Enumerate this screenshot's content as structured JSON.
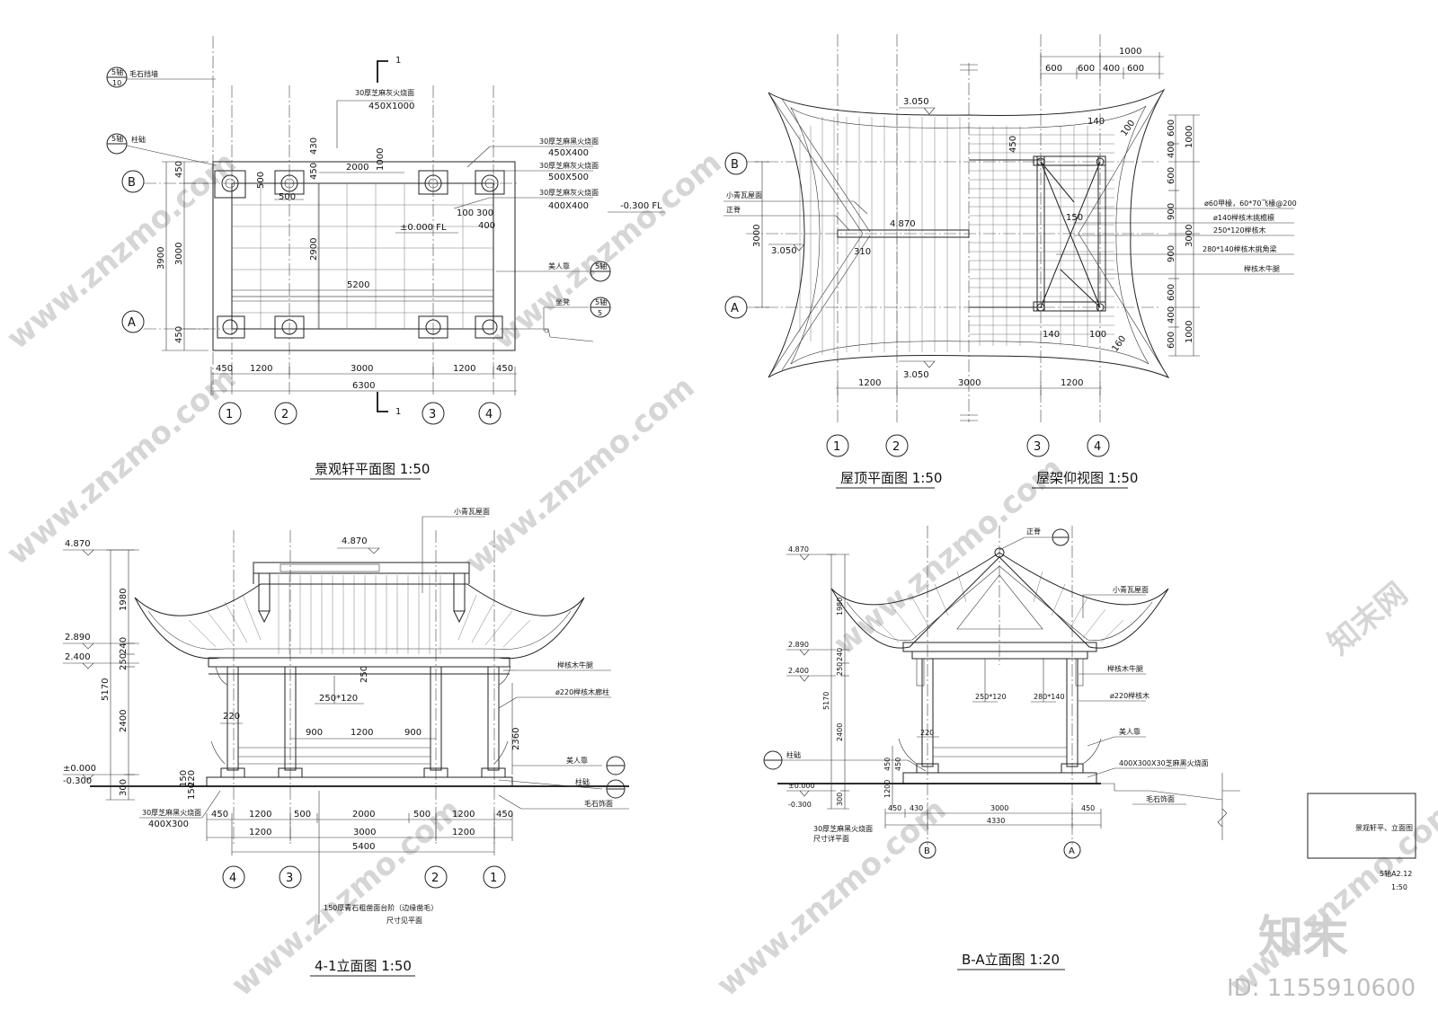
{
  "watermark": {
    "url": "www.znzmo.com",
    "brand": "知末网",
    "logo": "知末",
    "id": "ID: 1155910600"
  },
  "plan": {
    "title": "景观轩平面图 1:50",
    "section_mark": "1",
    "grid_rows": [
      "A",
      "B"
    ],
    "grid_cols": [
      "1",
      "2",
      "3",
      "4"
    ],
    "labels": {
      "wall": "毛石挡墙",
      "base": "柱础",
      "paving1": "30厚芝麻灰火烧面",
      "paving1_size": "450X1000",
      "paving2": "30厚芝麻黑火烧面",
      "paving2_size": "450X400",
      "paving3": "30厚芝麻灰火烧面",
      "paving3_size": "500X500",
      "paving4": "30厚芝麻灰火烧面",
      "paving4_size": "400X400",
      "seat": "美人靠",
      "bench": "坐凳",
      "level_out": "-0.300 FL",
      "level_in": "±0.000 FL"
    },
    "ref": {
      "top": "5轴",
      "bottom_10": "10",
      "bottom_5": "5"
    },
    "dims": {
      "bottom": [
        "450",
        "1200",
        "3000",
        "1200",
        "450"
      ],
      "total": "6300",
      "left": [
        "450",
        "3000",
        "450"
      ],
      "left_total": "3900",
      "inner_w": "5200",
      "inner_h": "2900",
      "d2000": "2000",
      "d500a": "500",
      "d500b": "500",
      "d450": "450",
      "d430": "430",
      "d1000": "1000",
      "d100": "100",
      "d300": "300",
      "d400": "400"
    }
  },
  "roof": {
    "title_plan": "屋顶平面图 1:50",
    "title_frame": "屋架仰视图 1:50",
    "grid_rows": [
      "A",
      "B"
    ],
    "grid_cols": [
      "1",
      "2",
      "3",
      "4"
    ],
    "levels": {
      "eave_top": "3.050",
      "eave_left": "3.050",
      "eave_bottom": "3.050",
      "ridge": "4.870"
    },
    "labels": {
      "tile": "小青瓦屋面",
      "ridge": "正脊",
      "rafter": "ø60甲椽，60*70飞椽@200",
      "purlin": "ø140榉核木挑檐檩",
      "beam": "250*120榉核木",
      "corner": "280*140榉核木挑角梁",
      "bracket": "榉核木牛腿"
    },
    "dims": {
      "top": [
        "600",
        "600",
        "400",
        "600"
      ],
      "top_total": "1000",
      "bottom": [
        "1200",
        "3000",
        "1200"
      ],
      "right": [
        "600",
        "400",
        "600",
        "900",
        "900",
        "600",
        "400",
        "600"
      ],
      "right_group": [
        "1000",
        "3000",
        "1000"
      ],
      "left": "3000",
      "d310": "310",
      "d150": "150",
      "d140": "140",
      "d100": "100",
      "d450": "450",
      "d140b": "140",
      "d100b": "100",
      "d160": "160"
    }
  },
  "elev41": {
    "title": "4-1立面图 1:50",
    "grid_cols": [
      "4",
      "3",
      "2",
      "1"
    ],
    "levels": [
      "4.870",
      "2.890",
      "2.400",
      "±0.000",
      "-0.300"
    ],
    "ridge_level": "4.870",
    "labels": {
      "tile": "小青瓦屋面",
      "bracket": "榉核木牛腿",
      "column": "ø220榉核木廊柱",
      "seat": "美人靠",
      "base": "柱础",
      "stone": "毛石饰面",
      "paving": "30厚芝麻黑火烧面",
      "paving_size": "400X300",
      "step": "150厚青石粗凿面台阶（边缘凿毛）",
      "step_note": "尺寸见平面",
      "beam": "250*120"
    },
    "dims": {
      "left": [
        "1980",
        "240",
        "250",
        "2400",
        "300"
      ],
      "left_total": "5170",
      "base": [
        "150",
        "220",
        "150"
      ],
      "d220": "220",
      "d250": "250",
      "d2360": "2360",
      "seat": [
        "900",
        "1200",
        "900"
      ],
      "bottom1": [
        "450",
        "1200",
        "500",
        "2000",
        "500",
        "1200",
        "450"
      ],
      "bottom2": [
        "1200",
        "3000",
        "1200"
      ],
      "total": "5400"
    }
  },
  "elevBA": {
    "title": "B-A立面图 1:20",
    "grid_cols": [
      "B",
      "A"
    ],
    "levels": [
      "4.870",
      "2.890",
      "2.400",
      "±0.000",
      "-0.300"
    ],
    "labels": {
      "ridge": "正脊",
      "tile": "小青瓦屋面",
      "bracket": "榉核木牛腿",
      "column": "ø220榉核木",
      "seat": "美人靠",
      "paving": "400X300X30芝麻黑火烧面",
      "stone": "毛石饰面",
      "base": "柱础",
      "step": "30厚芝麻黑火烧面",
      "step_note": "尺寸详平面",
      "beam1": "250*120",
      "beam2": "280*140"
    },
    "dims": {
      "left": [
        "1980",
        "240",
        "250",
        "2400",
        "300"
      ],
      "left_total": "5170",
      "base": [
        "450",
        "1200",
        "450"
      ],
      "d220": "220",
      "bottom": [
        "450",
        "430",
        "3000",
        "450"
      ],
      "total": "4330"
    }
  },
  "titleblock": {
    "name": "景观轩平、立面图",
    "sheet": "5轴A2.12",
    "scale": "1:50"
  }
}
